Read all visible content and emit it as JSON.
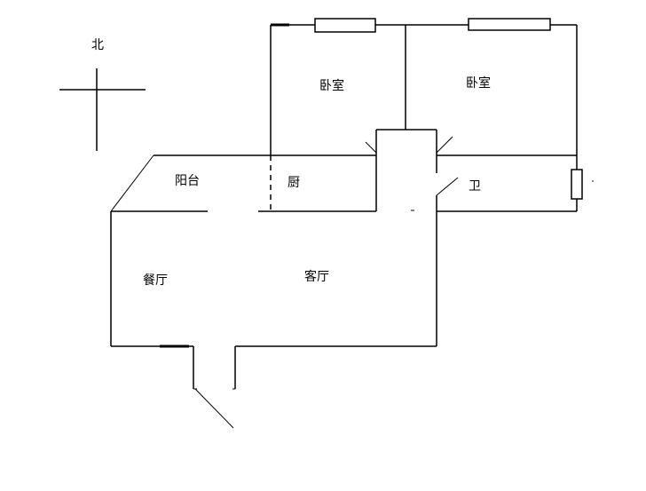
{
  "compass": {
    "north_label": "北"
  },
  "rooms": {
    "bedroom_west": "卧室",
    "bedroom_east": "卧室",
    "balcony": "阳台",
    "kitchen": "厨",
    "bathroom": "卫",
    "dining_room": "餐厅",
    "living_room": "客厅"
  },
  "colors": {
    "line": "#000000",
    "background": "#ffffff"
  }
}
